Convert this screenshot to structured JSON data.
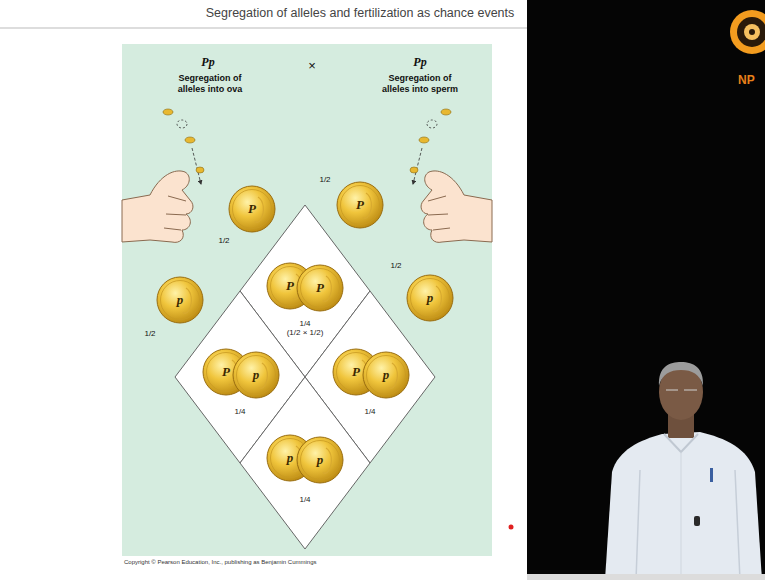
{
  "diagram": {
    "title": "Segregation of alleles and fertilization as chance events",
    "nodes": [
      {
        "text": [
          "P"
        ]
      },
      {
        "text": [
          "P"
        ]
      },
      {
        "text": [
          "1/4",
          "(1/2 × 1/2)"
        ]
      },
      {
        "text": [
          "P"
        ],
        "in": 2
      },
      {
        "text": [
          "P"
        ],
        "in": 2
      },
      {
        "text": [
          "p"
        ]
      },
      {
        "text": [
          "p"
        ]
      },
      {
        "text": [
          "1/4"
        ]
      },
      {
        "text": [
          "P"
        ],
        "in": 7
      },
      {
        "text": [
          "p"
        ],
        "in": 7
      },
      {
        "text": [
          "1/4"
        ]
      },
      {
        "text": [
          "P"
        ],
        "in": 10
      },
      {
        "text": [
          "p"
        ],
        "in": 10
      },
      {
        "text": [
          "1/4"
        ]
      },
      {
        "text": [
          "p"
        ],
        "in": 13
      },
      {
        "text": [
          "p"
        ],
        "in": 13
      }
    ],
    "labels": [
      "Pp",
      "Segregation of alleles into ova",
      "×",
      "Pp",
      "Segregation of alleles into sperm",
      "1/2",
      "1/2",
      "1/2",
      "1/2",
      "Copyright © Pearson Education, Inc., publishing as Benjamin Cummings",
      "NP"
    ]
  }
}
